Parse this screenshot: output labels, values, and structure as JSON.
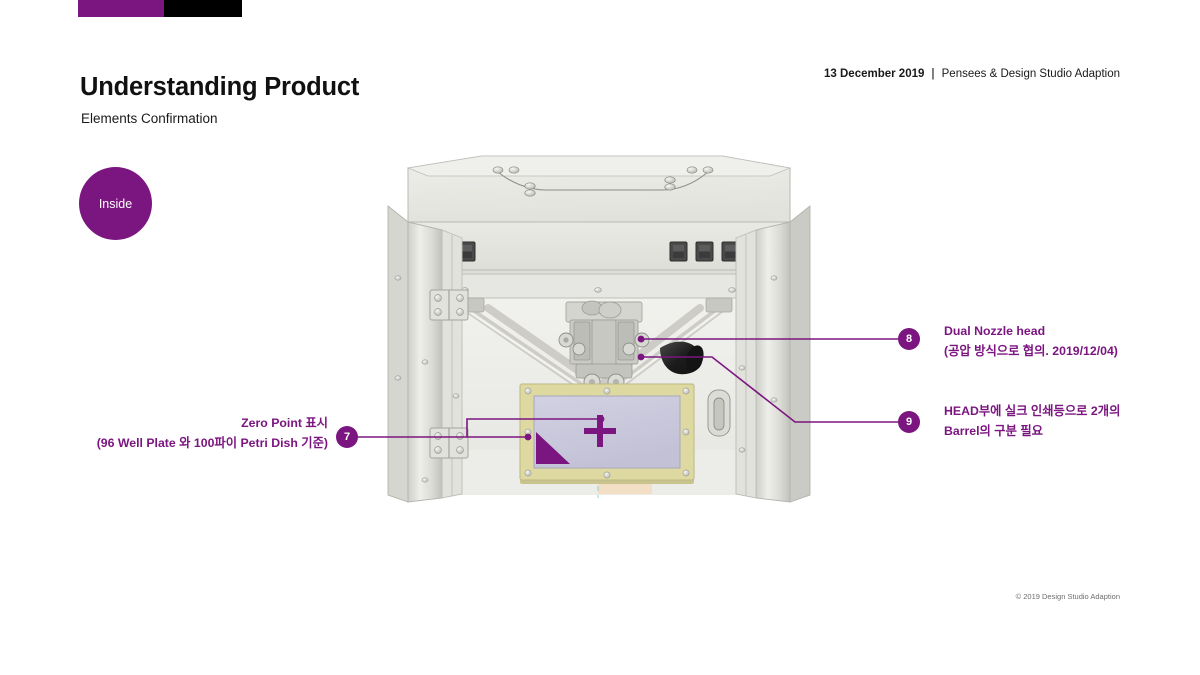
{
  "slide": {
    "title": "Understanding Product",
    "subtitle": "Elements Confirmation",
    "date": "13 December 2019",
    "separator": "|",
    "organization": "Pensees & Design Studio Adaption",
    "footer": "© 2019 Design Studio Adaption",
    "section_badge": "Inside"
  },
  "colors": {
    "purple": "#7b1680",
    "purple_dark": "#6f1174",
    "black": "#000000",
    "text": "#1a1a1a",
    "footer_gray": "#6e6e6e",
    "plate_frame": "#ded9a0",
    "plate_surface": "#c9c8dc",
    "body_light": "#e8e8e4",
    "body_mid": "#dbdbd6",
    "body_dark": "#c6c6c1",
    "switch_dark": "#4a4a4a",
    "knob_black": "#1f1f1f",
    "film_peach": "#f5dcc0",
    "guide_cyan": "#9fd4d8"
  },
  "callouts": [
    {
      "id": "7",
      "number": "7",
      "side": "left",
      "lines": [
        "Zero Point 표시",
        "(96 Well Plate 와 100파이 Petri Dish 기준)"
      ]
    },
    {
      "id": "8",
      "number": "8",
      "side": "right",
      "lines": [
        "Dual Nozzle head",
        "(공압 방식으로 협의. 2019/12/04)"
      ]
    },
    {
      "id": "9",
      "number": "9",
      "side": "right",
      "lines": [
        "HEAD부에 실크 인쇄등으로 2개의",
        "Barrel의 구분 필요"
      ]
    }
  ],
  "artwork": {
    "name": "3d-bioprinter-enclosure-render",
    "description": "Isometric CAD render of a boxed delta-style dual-nozzle bioprinter with hinged front doors, build plate and zero-point markers"
  }
}
